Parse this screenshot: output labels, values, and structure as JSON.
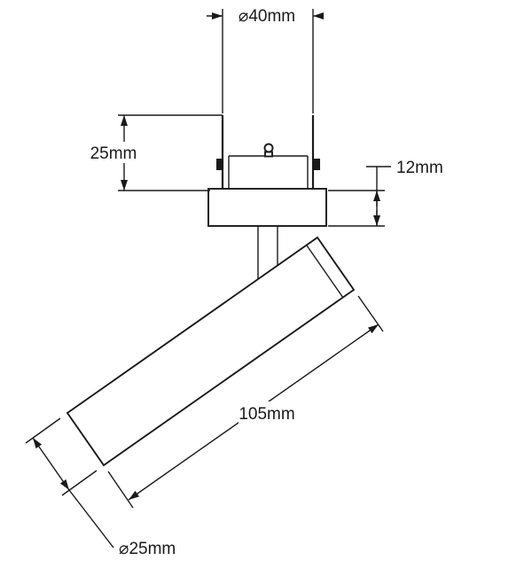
{
  "labels": {
    "top_diameter": "⌀40mm",
    "bracket_height": "25mm",
    "plate_thickness": "12mm",
    "body_length": "105mm",
    "body_diameter": "⌀25mm"
  },
  "colors": {
    "line": "#1a1a1a",
    "background": "#ffffff"
  }
}
